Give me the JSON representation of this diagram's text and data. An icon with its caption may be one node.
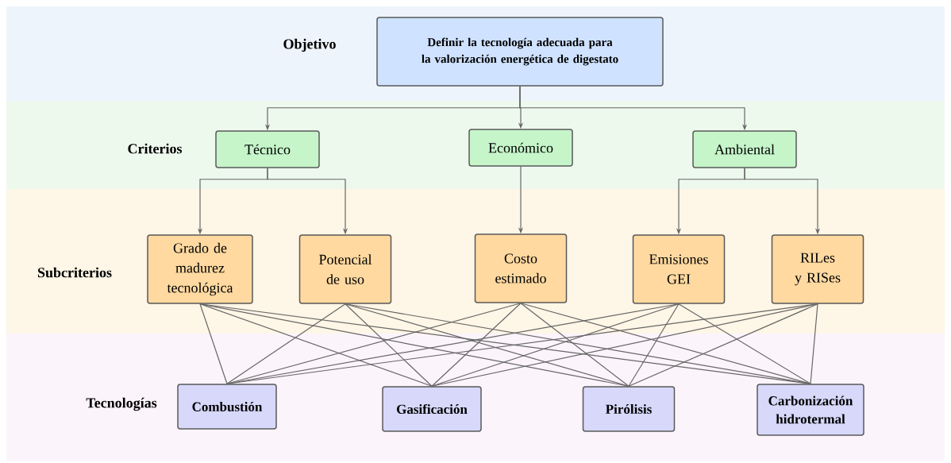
{
  "diagram": {
    "nodes": [
      {
        "text": [
          "Definir la tecnología adecuada para la valorización energética de digestato"
        ]
      },
      {
        "text": [
          "Técnico"
        ]
      },
      {
        "text": [
          "Económico"
        ]
      },
      {
        "text": [
          "Ambiental"
        ]
      },
      {
        "text": [
          "Grado de madurez tecnológica"
        ]
      },
      {
        "text": [
          "Potencial de uso"
        ]
      },
      {
        "text": [
          "Costo estimado"
        ]
      },
      {
        "text": [
          "Emisiones GEI"
        ]
      },
      {
        "text": [
          "RILes y RISes"
        ]
      },
      {
        "text": [
          "Combustión"
        ]
      },
      {
        "text": [
          "Gasificación"
        ]
      },
      {
        "text": [
          "Pirólisis"
        ]
      },
      {
        "text": [
          "Carbonización hidrotermal"
        ]
      }
    ],
    "edges": [
      {
        "from": 0,
        "to": 1,
        "arrow": "to"
      },
      {
        "from": 0,
        "to": 2,
        "arrow": "to"
      },
      {
        "from": 0,
        "to": 3,
        "arrow": "to"
      },
      {
        "from": 1,
        "to": 4,
        "arrow": "to"
      },
      {
        "from": 1,
        "to": 5,
        "arrow": "to"
      },
      {
        "from": 2,
        "to": 6,
        "arrow": "to"
      },
      {
        "from": 3,
        "to": 7,
        "arrow": "to"
      },
      {
        "from": 3,
        "to": 8,
        "arrow": "to"
      },
      {
        "from": 4,
        "to": 9,
        "arrow": "none"
      },
      {
        "from": 4,
        "to": 10,
        "arrow": "none"
      },
      {
        "from": 4,
        "to": 11,
        "arrow": "none"
      },
      {
        "from": 4,
        "to": 12,
        "arrow": "none"
      },
      {
        "from": 5,
        "to": 9,
        "arrow": "none"
      },
      {
        "from": 5,
        "to": 10,
        "arrow": "none"
      },
      {
        "from": 5,
        "to": 11,
        "arrow": "none"
      },
      {
        "from": 5,
        "to": 12,
        "arrow": "none"
      },
      {
        "from": 6,
        "to": 9,
        "arrow": "none"
      },
      {
        "from": 6,
        "to": 10,
        "arrow": "none"
      },
      {
        "from": 6,
        "to": 11,
        "arrow": "none"
      },
      {
        "from": 6,
        "to": 12,
        "arrow": "none"
      },
      {
        "from": 7,
        "to": 9,
        "arrow": "none"
      },
      {
        "from": 7,
        "to": 10,
        "arrow": "none"
      },
      {
        "from": 7,
        "to": 11,
        "arrow": "none"
      },
      {
        "from": 7,
        "to": 12,
        "arrow": "none"
      },
      {
        "from": 8,
        "to": 9,
        "arrow": "none"
      },
      {
        "from": 8,
        "to": 10,
        "arrow": "none"
      },
      {
        "from": 8,
        "to": 11,
        "arrow": "none"
      },
      {
        "from": 8,
        "to": 12,
        "arrow": "none"
      }
    ],
    "labels": [
      "Objetivo",
      "Criterios",
      "Subcriterios",
      "Tecnologías"
    ]
  }
}
